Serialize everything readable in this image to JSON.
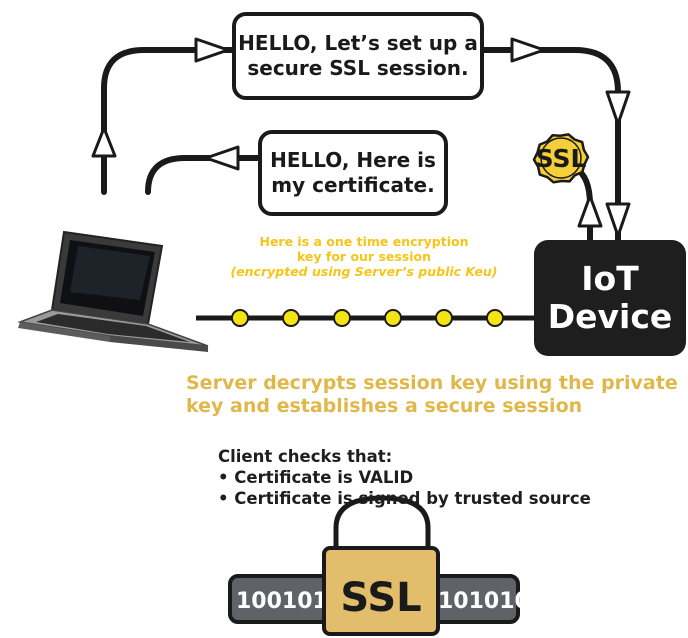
{
  "messages": {
    "hello_client": "HELLO, Let’s set up a\nsecure SSL session.",
    "hello_server": "HELLO, Here is\nmy certificate."
  },
  "seal_label": "SSL",
  "device_label": "IoT\nDevice",
  "key_exchange": {
    "line1": "Here is a one time encryption",
    "line2": "key for our session",
    "line3": "(encrypted using Server’s public Keu)"
  },
  "server_note": {
    "line1": "Server decrypts session key using the private",
    "line2": "key and establishes a secure session"
  },
  "client_checks": {
    "heading": "Client checks that:",
    "items": [
      "• Certificate is VALID",
      "• Certificate is signed by trusted source"
    ]
  },
  "lock": {
    "left_bits": "100101",
    "label": "SSL",
    "right_bits": "101010"
  },
  "colors": {
    "dark": "#1a1a1a",
    "gold": "#f5c518",
    "seal": "#f4cf3a",
    "tan": "#e0b84a",
    "lock_body": "#e2bd6c",
    "lock_bar": "#5f6368"
  }
}
